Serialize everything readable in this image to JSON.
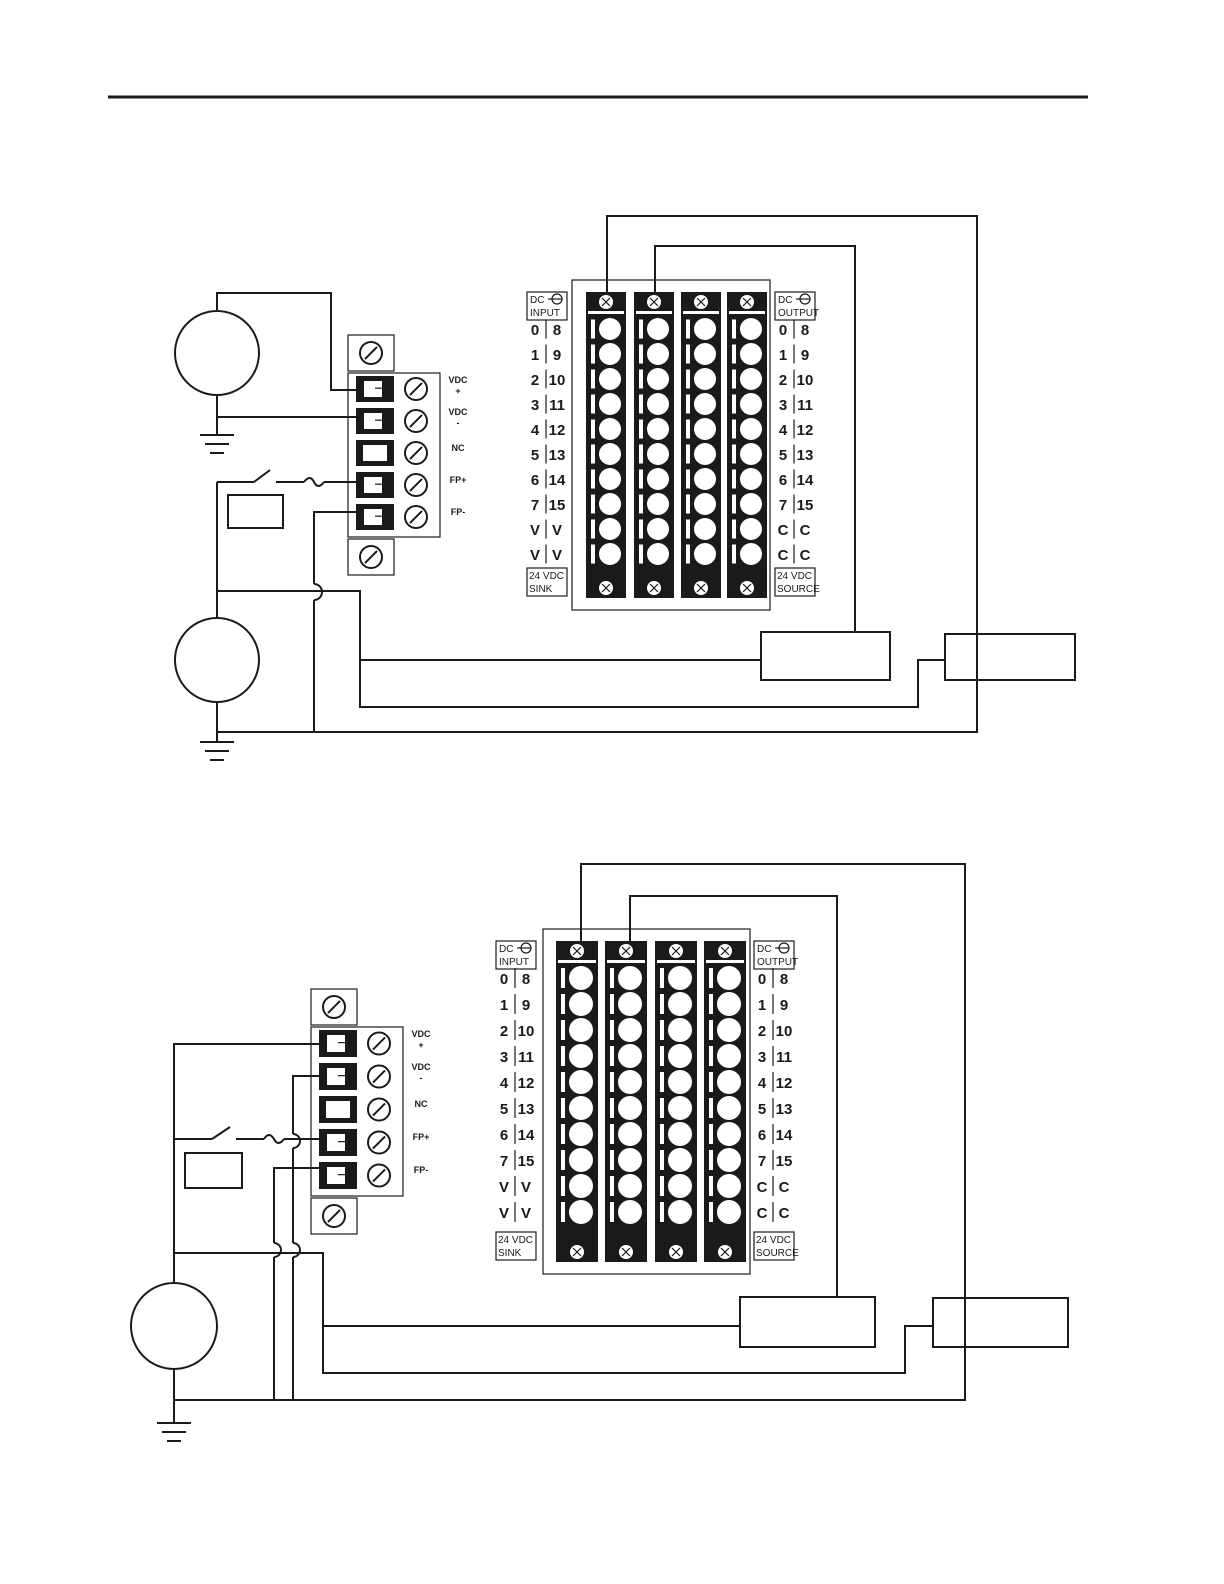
{
  "terminal_labels": [
    {
      "l1": "VDC",
      "l2": "+"
    },
    {
      "l1": "VDC",
      "l2": "-"
    },
    {
      "l1": "NC",
      "l2": ""
    },
    {
      "l1": "FP+",
      "l2": ""
    },
    {
      "l1": "FP-",
      "l2": ""
    }
  ],
  "input_header": {
    "l1": "DC",
    "l2": "INPUT"
  },
  "output_header": {
    "l1": "DC",
    "l2": "OUTPUT"
  },
  "input_footer": {
    "l1": "24 VDC",
    "l2": "SINK"
  },
  "output_footer": {
    "l1": "24 VDC",
    "l2": "SOURCE"
  },
  "input_rows": [
    [
      "0",
      "8"
    ],
    [
      "1",
      "9"
    ],
    [
      "2",
      "10"
    ],
    [
      "3",
      "11"
    ],
    [
      "4",
      "12"
    ],
    [
      "5",
      "13"
    ],
    [
      "6",
      "14"
    ],
    [
      "7",
      "15"
    ],
    [
      "V",
      "V"
    ],
    [
      "V",
      "V"
    ]
  ],
  "output_rows": [
    [
      "0",
      "8"
    ],
    [
      "1",
      "9"
    ],
    [
      "2",
      "10"
    ],
    [
      "3",
      "11"
    ],
    [
      "4",
      "12"
    ],
    [
      "5",
      "13"
    ],
    [
      "6",
      "14"
    ],
    [
      "7",
      "15"
    ],
    [
      "C",
      "C"
    ],
    [
      "C",
      "C"
    ]
  ]
}
